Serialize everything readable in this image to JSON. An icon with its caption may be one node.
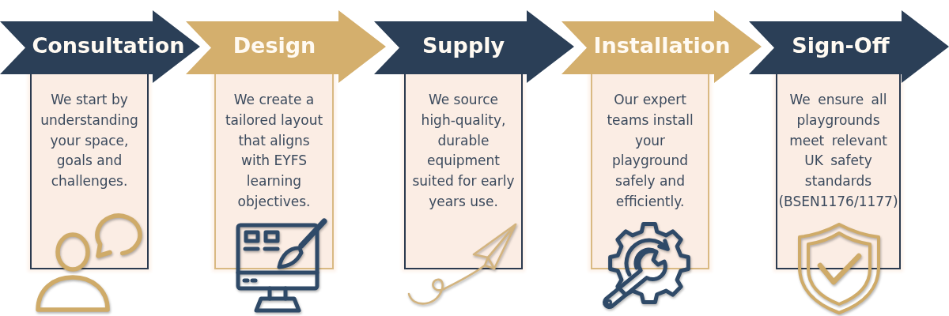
{
  "diagram": {
    "nodes": [
      {
        "text": [
          "Consultation"
        ]
      },
      {
        "text": [
          "We start by understanding your space, goals and challenges."
        ]
      },
      {
        "text": [
          "Design"
        ]
      },
      {
        "text": [
          "We create a tailored layout that aligns with EYFS learning objectives."
        ]
      },
      {
        "text": [
          "Supply"
        ]
      },
      {
        "text": [
          "We source high-quality, durable equipment suited for early years use."
        ]
      },
      {
        "text": [
          "Installation"
        ]
      },
      {
        "text": [
          "Our expert teams install your playground safely and efficiently."
        ]
      },
      {
        "text": [
          "Sign-Off"
        ]
      },
      {
        "text": [
          "We ensure all playgrounds meet relevant UK safety standards (BSEN1176/1177)"
        ]
      }
    ]
  }
}
